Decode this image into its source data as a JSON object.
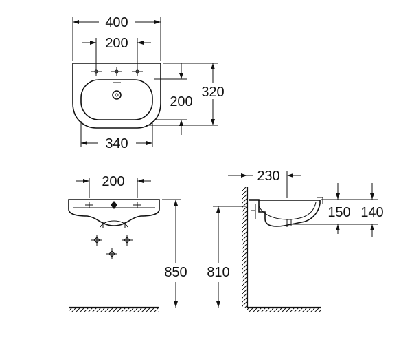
{
  "top_view": {
    "overall_width": "400",
    "tap_hole_spacing": "200",
    "bowl_depth": "200",
    "overall_depth": "320",
    "bowl_width": "340"
  },
  "front_view": {
    "tap_hole_spacing": "200",
    "rim_height": "850"
  },
  "side_view": {
    "projection": "230",
    "rim_to_fixing": "150",
    "waste_height": "140",
    "fixing_height": "810"
  }
}
